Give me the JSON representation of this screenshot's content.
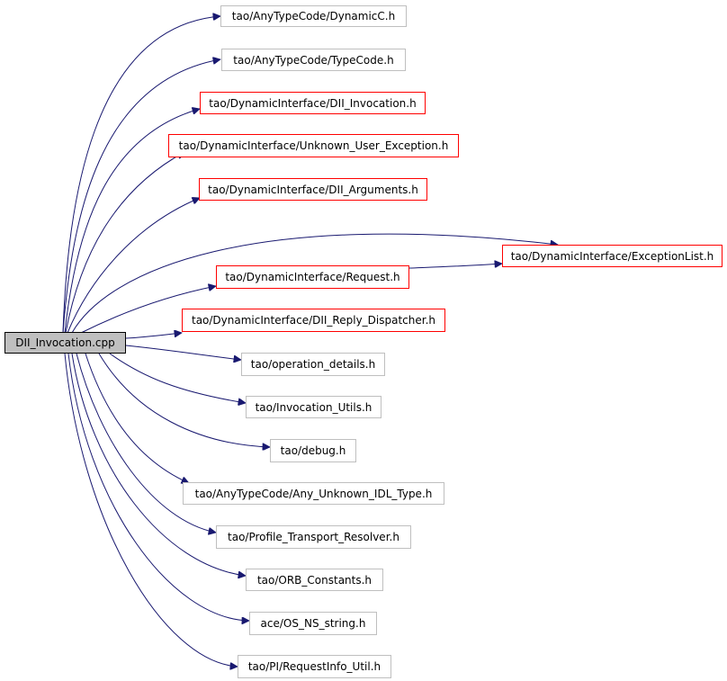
{
  "diagram": {
    "root": "DII_Invocation.cpp",
    "nodes": [
      {
        "id": "dynamicc",
        "label": "tao/AnyTypeCode/DynamicC.h",
        "style": "gray"
      },
      {
        "id": "typecode",
        "label": "tao/AnyTypeCode/TypeCode.h",
        "style": "gray"
      },
      {
        "id": "dii-invocation",
        "label": "tao/DynamicInterface/DII_Invocation.h",
        "style": "red"
      },
      {
        "id": "unknown-user-exception",
        "label": "tao/DynamicInterface/Unknown_User_Exception.h",
        "style": "red"
      },
      {
        "id": "dii-arguments",
        "label": "tao/DynamicInterface/DII_Arguments.h",
        "style": "red"
      },
      {
        "id": "exceptionlist",
        "label": "tao/DynamicInterface/ExceptionList.h",
        "style": "red"
      },
      {
        "id": "request",
        "label": "tao/DynamicInterface/Request.h",
        "style": "red"
      },
      {
        "id": "dii-reply-dispatcher",
        "label": "tao/DynamicInterface/DII_Reply_Dispatcher.h",
        "style": "red"
      },
      {
        "id": "operation-details",
        "label": "tao/operation_details.h",
        "style": "gray"
      },
      {
        "id": "invocation-utils",
        "label": "tao/Invocation_Utils.h",
        "style": "gray"
      },
      {
        "id": "debug",
        "label": "tao/debug.h",
        "style": "gray"
      },
      {
        "id": "any-unknown-idl-type",
        "label": "tao/AnyTypeCode/Any_Unknown_IDL_Type.h",
        "style": "gray"
      },
      {
        "id": "profile-transport-resolver",
        "label": "tao/Profile_Transport_Resolver.h",
        "style": "gray"
      },
      {
        "id": "orb-constants",
        "label": "tao/ORB_Constants.h",
        "style": "gray"
      },
      {
        "id": "os-ns-string",
        "label": "ace/OS_NS_string.h",
        "style": "gray"
      },
      {
        "id": "requestinfo-util",
        "label": "tao/PI/RequestInfo_Util.h",
        "style": "gray"
      }
    ],
    "edges": [
      {
        "from": "root",
        "to": "dynamicc"
      },
      {
        "from": "root",
        "to": "typecode"
      },
      {
        "from": "root",
        "to": "dii-invocation"
      },
      {
        "from": "root",
        "to": "unknown-user-exception"
      },
      {
        "from": "root",
        "to": "dii-arguments"
      },
      {
        "from": "root",
        "to": "exceptionlist"
      },
      {
        "from": "root",
        "to": "request"
      },
      {
        "from": "request",
        "to": "exceptionlist"
      },
      {
        "from": "root",
        "to": "dii-reply-dispatcher"
      },
      {
        "from": "root",
        "to": "operation-details"
      },
      {
        "from": "root",
        "to": "invocation-utils"
      },
      {
        "from": "root",
        "to": "debug"
      },
      {
        "from": "root",
        "to": "any-unknown-idl-type"
      },
      {
        "from": "root",
        "to": "profile-transport-resolver"
      },
      {
        "from": "root",
        "to": "orb-constants"
      },
      {
        "from": "root",
        "to": "os-ns-string"
      },
      {
        "from": "root",
        "to": "requestinfo-util"
      }
    ],
    "colors": {
      "edge": "#191970",
      "root_fill": "#bfbfbf",
      "root_border": "#000000",
      "documented_border": "#ff0000",
      "undocumented_border": "#bfbfbf"
    }
  }
}
